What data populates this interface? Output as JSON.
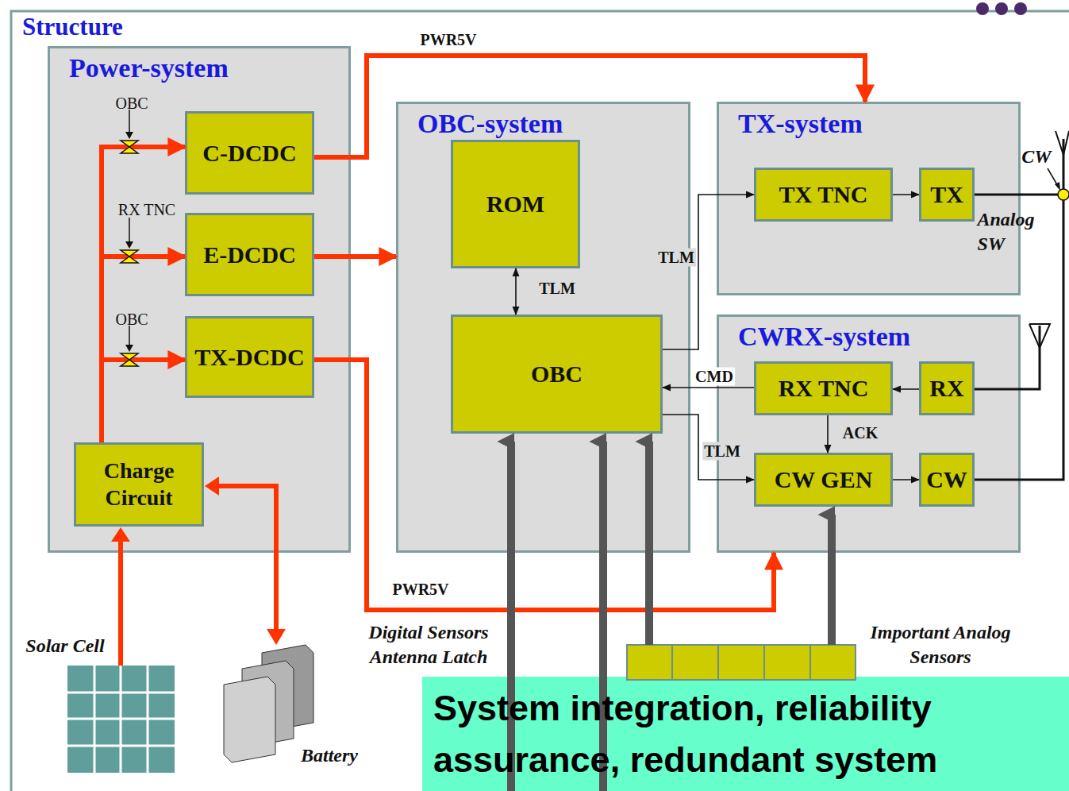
{
  "diagram": {
    "title": "Structure",
    "nodes": [
      {
        "text": [
          "Power-system"
        ]
      },
      {
        "text": [
          "C-DCDC"
        ],
        "in": 0
      },
      {
        "text": [
          "E-DCDC"
        ],
        "in": 0
      },
      {
        "text": [
          "TX-DCDC"
        ],
        "in": 0
      },
      {
        "text": [
          "Charge Circuit"
        ],
        "in": 0
      },
      {
        "text": [
          "OBC-system"
        ]
      },
      {
        "text": [
          "ROM"
        ],
        "in": 5
      },
      {
        "text": [
          "OBC"
        ],
        "in": 5
      },
      {
        "text": [
          "TX-system"
        ]
      },
      {
        "text": [
          "TX TNC"
        ],
        "in": 8
      },
      {
        "text": [
          "TX"
        ],
        "in": 8
      },
      {
        "text": [
          "CWRX-system"
        ]
      },
      {
        "text": [
          "RX TNC"
        ],
        "in": 11
      },
      {
        "text": [
          "RX"
        ],
        "in": 11
      },
      {
        "text": [
          "CW GEN"
        ],
        "in": 11
      },
      {
        "text": [
          "CW"
        ],
        "in": 11
      },
      {
        "text": [
          "System integration, reliability assurance, redundant system"
        ]
      }
    ],
    "edges": [
      {
        "from": 1,
        "to": 8,
        "label": "PWR5V",
        "arrow": "to"
      },
      {
        "from": 2,
        "to": 5,
        "arrow": "to"
      },
      {
        "from": 3,
        "to": 11,
        "label": "PWR5V",
        "arrow": "to"
      },
      {
        "from": 6,
        "to": 7,
        "label": "TLM",
        "arrow": "both"
      },
      {
        "from": 7,
        "to": 9,
        "label": "TLM",
        "arrow": "to"
      },
      {
        "from": 12,
        "to": 7,
        "label": "CMD",
        "arrow": "to"
      },
      {
        "from": 7,
        "to": 14,
        "label": "TLM",
        "arrow": "to"
      },
      {
        "from": 12,
        "to": 14,
        "label": "ACK",
        "arrow": "to"
      },
      {
        "from": 9,
        "to": 10,
        "arrow": "to"
      },
      {
        "from": 13,
        "to": 12,
        "arrow": "to"
      },
      {
        "from": 14,
        "to": 15,
        "arrow": "to"
      },
      {
        "from": 4,
        "to": 1,
        "arrow": "to"
      },
      {
        "from": 4,
        "to": 2,
        "arrow": "to"
      },
      {
        "from": 4,
        "to": 3,
        "arrow": "to"
      }
    ],
    "labels": [
      "OBC",
      "RX TNC",
      "OBC",
      "CW",
      "Analog SW",
      "Solar Cell",
      "Battery",
      "Digital Sensors Antenna Latch",
      "Important Analog Sensors"
    ]
  }
}
